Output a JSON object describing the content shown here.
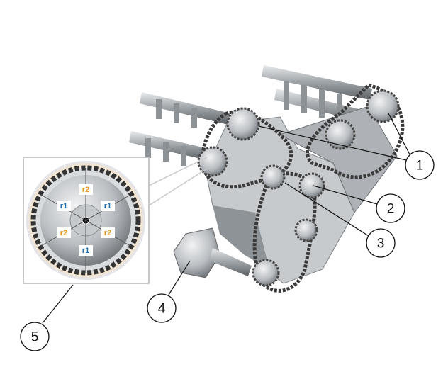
{
  "diagram": {
    "callouts": [
      "1",
      "2",
      "3",
      "4",
      "5"
    ],
    "inset_labels": {
      "top": "r2",
      "upper_left": "r1",
      "upper_right": "r1",
      "lower_left": "r2",
      "lower_right": "r2",
      "bottom": "r1"
    },
    "colors": {
      "r1": "#1f6fb0",
      "r2": "#e59a1c",
      "metal": "#b8bcc0",
      "chain": "#3a3a3a"
    }
  }
}
